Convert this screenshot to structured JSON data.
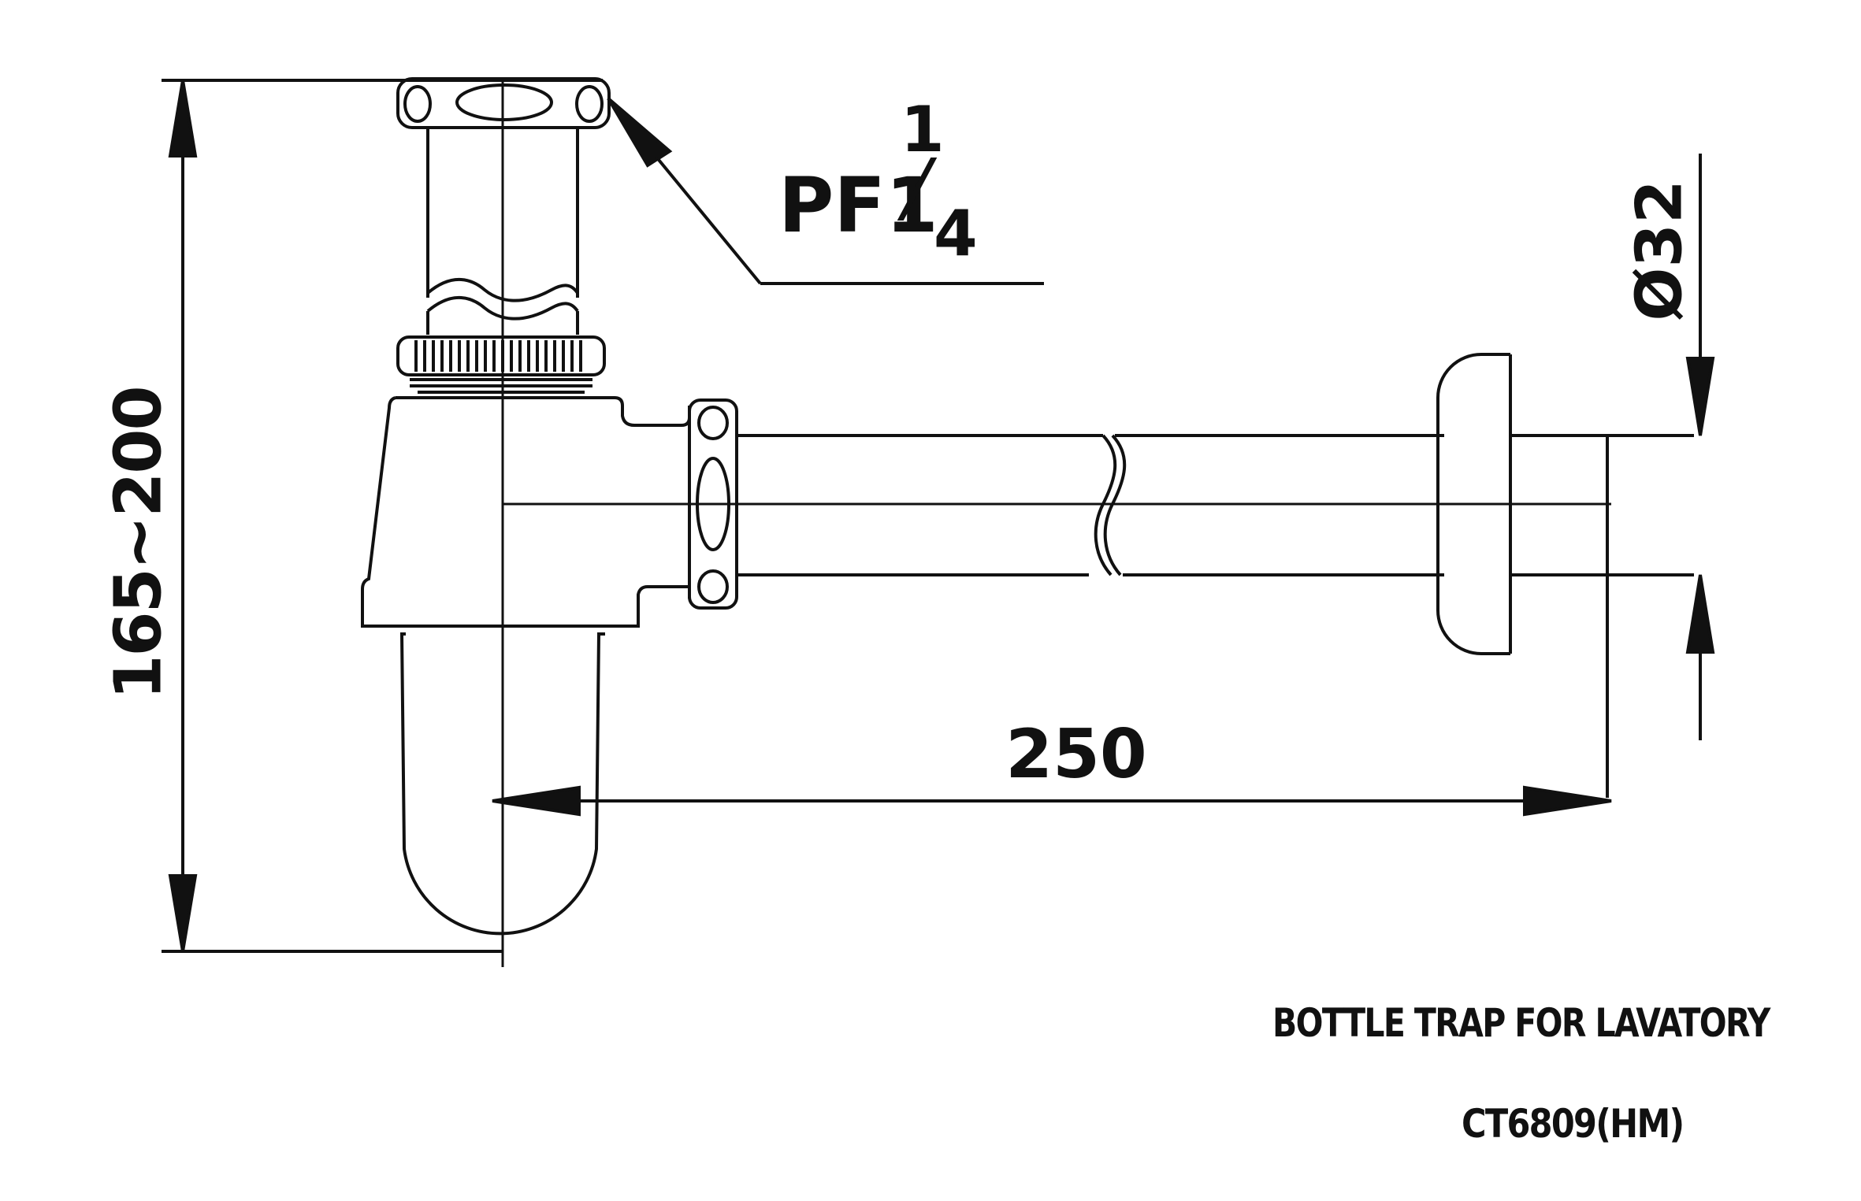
{
  "dimensions": {
    "height": "165~200",
    "length": "250",
    "outlet_diameter": "Ø32"
  },
  "thread": {
    "prefix": "PF1",
    "numerator": "1",
    "denominator": "4"
  },
  "title": "BOTTLE TRAP FOR LAVATORY",
  "model": "CT6809(HM)"
}
